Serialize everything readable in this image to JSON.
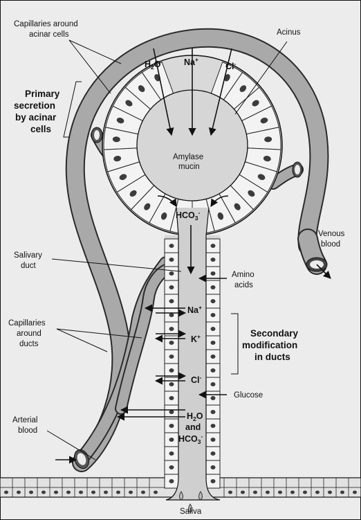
{
  "labels": {
    "capillaries_acinar_line1": "Capillaries around",
    "capillaries_acinar_line2": "acinar cells",
    "acinus": "Acinus",
    "primary_line1": "Primary",
    "primary_line2": "secretion",
    "primary_line3": "by acinar",
    "primary_line4": "cells",
    "amylase": "Amylase",
    "mucin": "mucin",
    "venous_line1": "Venous",
    "venous_line2": "blood",
    "salivary_duct_line1": "Salivary",
    "salivary_duct_line2": "duct",
    "amino_line1": "Amino",
    "amino_line2": "acids",
    "capillaries_ducts_line1": "Capillaries",
    "capillaries_ducts_line2": "around",
    "capillaries_ducts_line3": "ducts",
    "secondary_line1": "Secondary",
    "secondary_line2": "modification",
    "secondary_line3": "in ducts",
    "glucose": "Glucose",
    "arterial_line1": "Arterial",
    "arterial_line2": "blood",
    "saliva": "Saliva",
    "and": "and"
  },
  "ions": {
    "h2o_top": {
      "main": "H",
      "sub": "2",
      "rest": "O"
    },
    "na_top": {
      "main": "Na",
      "sup": "+"
    },
    "cl_top": {
      "main": "Cl",
      "sup": "-"
    },
    "hco3_acinus": {
      "main": "HCO",
      "sub": "3",
      "sup": "-"
    },
    "na_duct": {
      "main": "Na",
      "sup": "+"
    },
    "k_duct": {
      "main": "K",
      "sup": "+"
    },
    "cl_duct": {
      "main": "Cl",
      "sup": "-"
    },
    "h2o_duct": {
      "main": "H",
      "sub": "2",
      "rest": "O"
    },
    "hco3_duct": {
      "main": "HCO",
      "sub": "3",
      "sup": "-"
    }
  },
  "colors": {
    "background": "#ececec",
    "vessel_fill": "#a9a9a9",
    "cell_fill": "#f3f3f3",
    "nucleus": "#3c3c3c",
    "lumen": "#d6d6d6"
  }
}
